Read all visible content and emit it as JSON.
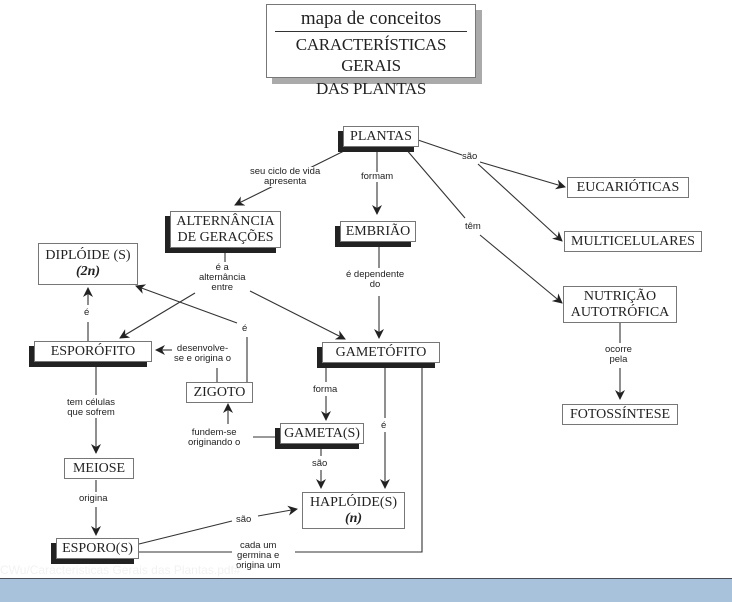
{
  "title": {
    "subtitle": "mapa de conceitos",
    "line1": "CARACTERÍSTICAS GERAIS",
    "line2": "DAS PLANTAS"
  },
  "nodes": {
    "plantas": "PLANTAS",
    "eucarioticas": "EUCARIÓTICAS",
    "multicelulares": "MULTICELULARES",
    "nutricao_1": "NUTRIÇÃO",
    "nutricao_2": "AUTOTRÓFICA",
    "fotossintese": "FOTOSSÍNTESE",
    "alternancia_1": "ALTERNÂNCIA",
    "alternancia_2": "DE GERAÇÕES",
    "embriao": "EMBRIÃO",
    "diploide_1": "DIPLÓIDE (S)",
    "diploide_2": "(2n)",
    "esporofito": "ESPORÓFITO",
    "gametofito": "GAMETÓFITO",
    "zigoto": "ZIGOTO",
    "gametas": "GAMETA(S)",
    "meiose": "MEIOSE",
    "haploide_1": "HAPLÓIDE(S)",
    "haploide_2": "(n)",
    "esporos": "ESPORO(S)"
  },
  "links": {
    "seu_ciclo_1": "seu ciclo de vida",
    "seu_ciclo_2": "apresenta",
    "formam": "formam",
    "sao_top": "são",
    "tem": "têm",
    "ocorre_1": "ocorre",
    "ocorre_2": "pela",
    "e_a_1": "é a",
    "e_a_2": "alternância",
    "e_a_3": "entre",
    "dependente_1": "é dependente",
    "dependente_2": "do",
    "e_left": "é",
    "e_zigoto": "é",
    "desenvolve_1": "desenvolve-",
    "desenvolve_2": "se e origina o",
    "tem_celulas_1": "tem células",
    "tem_celulas_2": "que sofrem",
    "fundem_1": "fundem-se",
    "fundem_2": "originando o",
    "forma": "forma",
    "e_gametofito": "é",
    "sao_gametas": "são",
    "origina": "origina",
    "sao_esporos": "são",
    "cada_1": "cada um",
    "cada_2": "germina e",
    "cada_3": "origina um"
  },
  "footer": {
    "filename": "CWu/Caracteristicas Gerais das Plantas.pdf#"
  }
}
